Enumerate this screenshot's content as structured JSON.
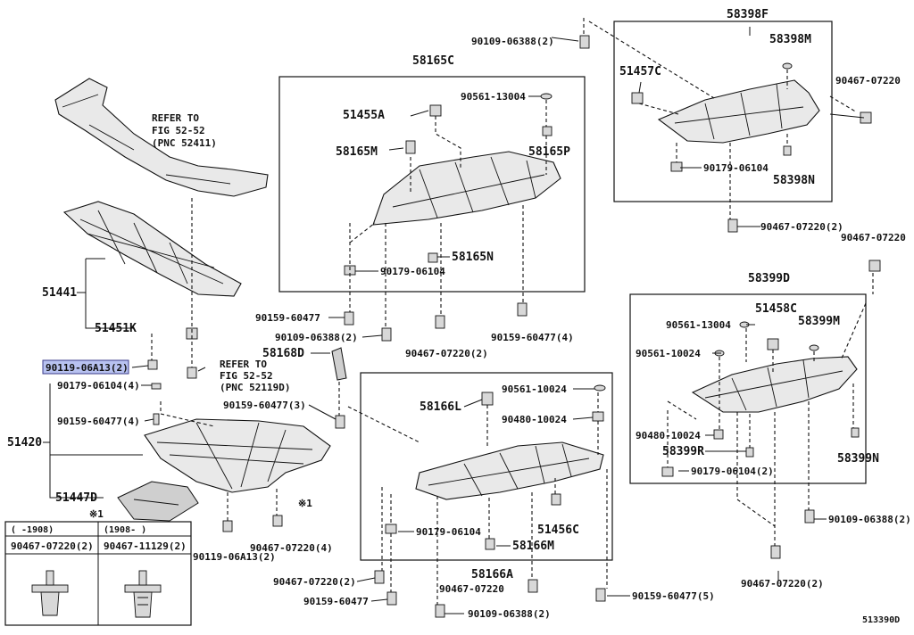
{
  "labels": {
    "refer_upper": [
      "REFER TO",
      "FIG 52-52",
      "(PNC 52411)"
    ],
    "refer_lower": [
      "REFER TO",
      "FIG 52-52",
      "(PNC 52119D)"
    ],
    "p51441": "51441",
    "p51451K": "51451K",
    "p90119_06A13_2_sel": "90119-06A13(2)",
    "p90179_06104_4": "90179-06104(4)",
    "p90159_60477_4_left": "90159-60477(4)",
    "p51420": "51420",
    "p51447D": "51447D",
    "p90119_06A13_2_bot": "90119-06A13(2)",
    "p90467_07220_4": "90467-07220(4)",
    "note_x1_a": "※1",
    "note_x1_b": "※1",
    "p58165C": "58165C",
    "p51455A": "51455A",
    "p90561_13004_a": "90561-13004",
    "p58165M": "58165M",
    "p58165P": "58165P",
    "p58165N": "58165N",
    "p90179_06104_a": "90179-06104",
    "p90159_60477_a": "90159-60477",
    "p90109_06388_2_a": "90109-06388(2)",
    "p90467_07220_2_a": "90467-07220(2)",
    "p90159_60477_4_b": "90159-60477(4)",
    "p58168D": "58168D",
    "p90159_60477_3": "90159-60477(3)",
    "p58166L": "58166L",
    "p90561_10024_a": "90561-10024",
    "p90480_10024_a": "90480-10024",
    "p90179_06104_b": "90179-06104",
    "p51456C": "51456C",
    "p58166M": "58166M",
    "p58166A": "58166A",
    "p90467_07220_2_b": "90467-07220(2)",
    "p90467_07220_c": "90467-07220",
    "p90159_60477_b": "90159-60477",
    "p90109_06388_2_b": "90109-06388(2)",
    "p90159_60477_5": "90159-60477(5)",
    "p90109_06388_2_top": "90109-06388(2)",
    "p58398F": "58398F",
    "p58398M": "58398M",
    "p51457C": "51457C",
    "p90467_07220_top": "90467-07220",
    "p90179_06104_c": "90179-06104",
    "p58398N": "58398N",
    "p90467_07220_2_c": "90467-07220(2)",
    "p90467_07220_right": "90467-07220",
    "p58399D": "58399D",
    "p51458C": "51458C",
    "p90561_13004_b": "90561-13004",
    "p58399M": "58399M",
    "p90561_10024_b": "90561-10024",
    "p90480_10024_b": "90480-10024",
    "p58399R": "58399R",
    "p58399N": "58399N",
    "p90179_06104_2": "90179-06104(2)",
    "p90109_06388_2_c": "90109-06388(2)",
    "p90467_07220_2_d": "90467-07220(2)",
    "diagram_id": "513390D"
  },
  "table": {
    "col1_header": "(    -1908)",
    "col2_header": "(1908-    )",
    "col1_part": "90467-07220(2)",
    "col2_part": "90467-11129(2)"
  },
  "colors": {
    "highlight": "#b8c2f0",
    "line": "#111111"
  }
}
